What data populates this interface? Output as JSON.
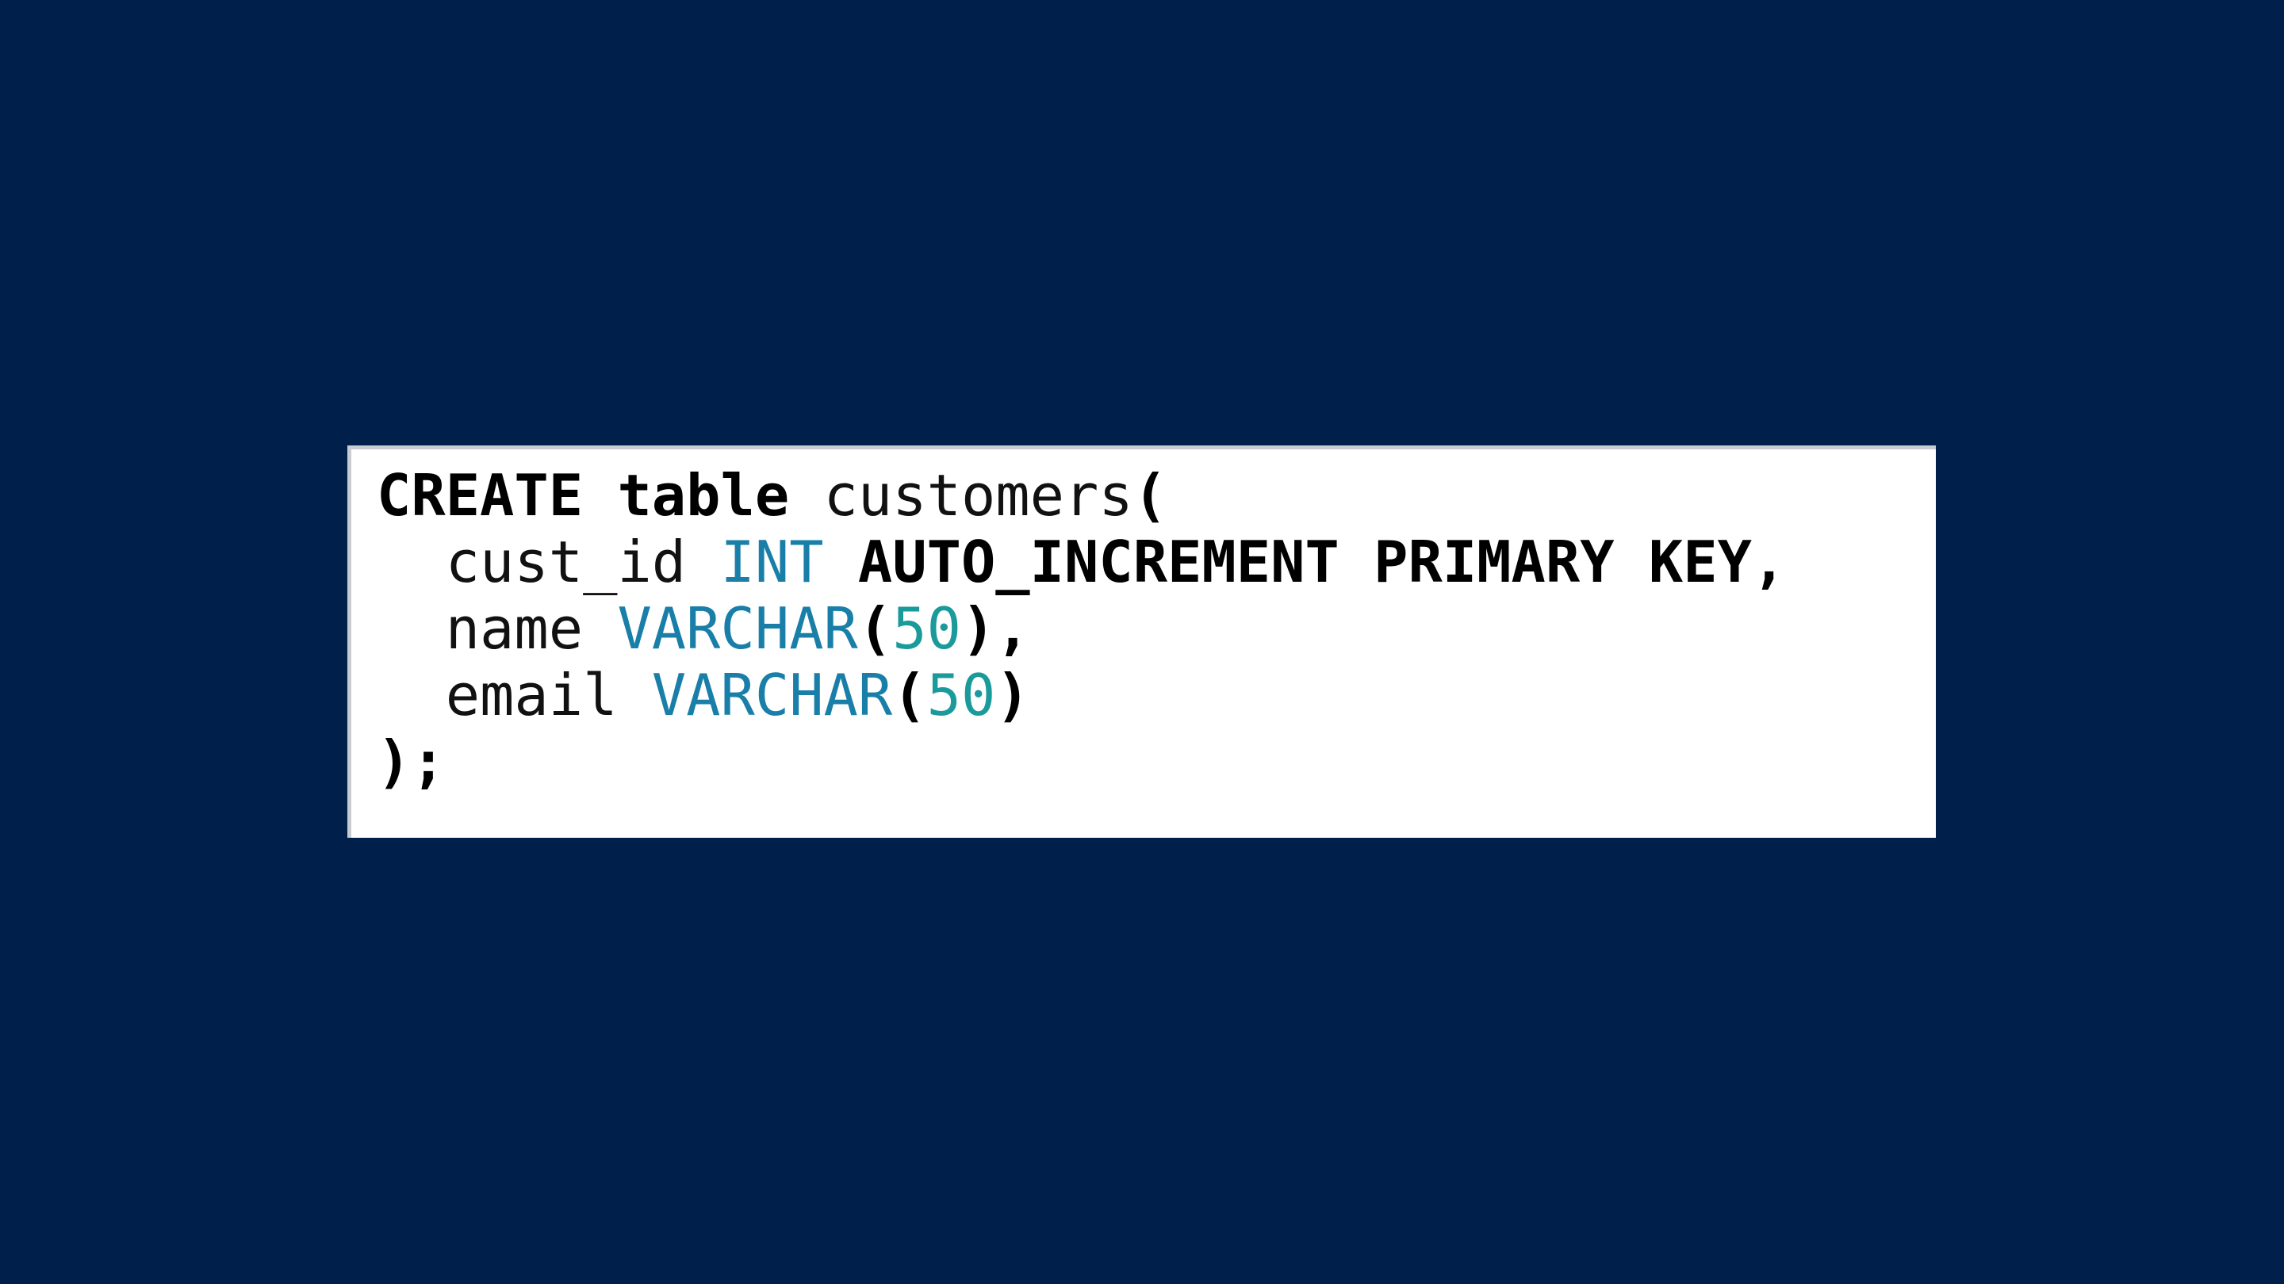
{
  "colors": {
    "background": "#001f4a",
    "panel": "#ffffff",
    "keyword": "#000000",
    "type": "#1a7fa8",
    "number": "#1a9a9a"
  },
  "code": {
    "line1": {
      "kw_create": "CREATE",
      "kw_table": "table",
      "name": "customers",
      "paren": "("
    },
    "line2": {
      "indent": "  ",
      "column": "cust_id",
      "type": "INT",
      "modifiers": "AUTO_INCREMENT PRIMARY KEY",
      "comma": ","
    },
    "line3": {
      "indent": "  ",
      "column": "name",
      "type": "VARCHAR",
      "open": "(",
      "size": "50",
      "close": ")",
      "comma": ","
    },
    "line4": {
      "indent": "  ",
      "column": "email",
      "type": "VARCHAR",
      "open": "(",
      "size": "50",
      "close": ")"
    },
    "line5": {
      "text": ");"
    }
  }
}
